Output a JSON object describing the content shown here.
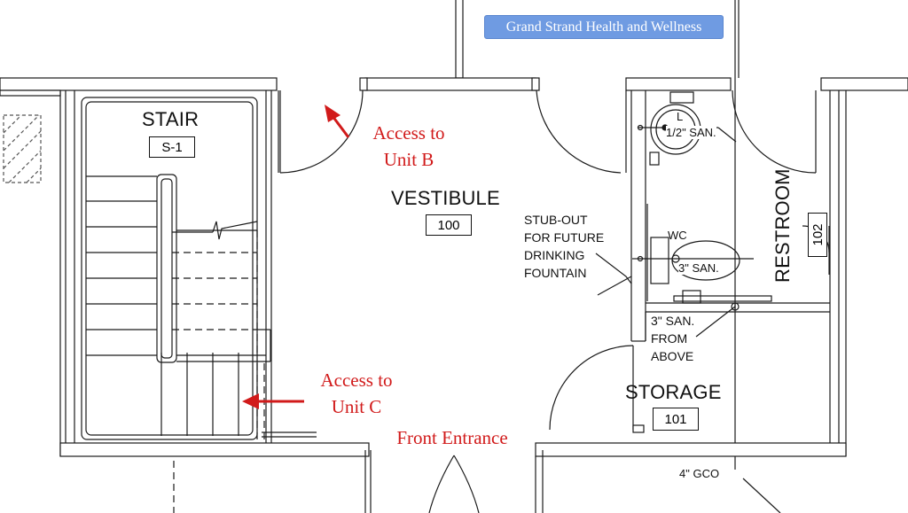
{
  "banner": {
    "title": "Grand Strand Health and Wellness"
  },
  "rooms": {
    "stair": {
      "name": "STAIR",
      "tag": "S-1"
    },
    "vestibule": {
      "name": "VESTIBULE",
      "tag": "100"
    },
    "storage": {
      "name": "STORAGE",
      "tag": "101"
    },
    "restroom": {
      "name": "RESTROOM",
      "tag": "102"
    }
  },
  "notes": {
    "stub_out": [
      "STUB-OUT",
      "FOR FUTURE",
      "DRINKING",
      "FOUNTAIN"
    ],
    "san_half": "1/2\" SAN.",
    "san_three": "3\" SAN.",
    "san_from_above": [
      "3\" SAN.",
      "FROM",
      "ABOVE"
    ],
    "gco": "4\" GCO",
    "fixture_l": "L",
    "fixture_wc": "WC"
  },
  "annotations": {
    "unit_b": [
      "Access to",
      "Unit B"
    ],
    "unit_c": [
      "Access to",
      "Unit C"
    ],
    "front_entrance": "Front Entrance"
  },
  "colors": {
    "accent_red": "#d11a1a",
    "banner_blue": "#6f9be2",
    "linework": "#1a1a1a"
  }
}
